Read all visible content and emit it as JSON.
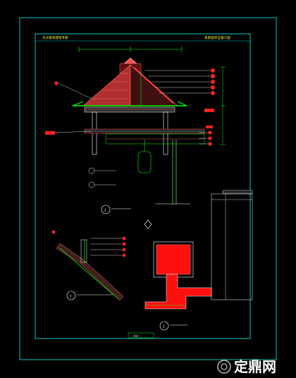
{
  "sheet": {
    "title_left": "天天家装建筑专家",
    "title_right": "某景观亭全施工图",
    "footer_label": "— 注注 —"
  },
  "watermark": {
    "text": "定鼎网"
  },
  "detail_markers": [
    "2",
    "2",
    "2"
  ],
  "colors": {
    "background": "#000000",
    "frame": "#00c8c8",
    "title_text": "#ffff33",
    "roof_hatch": "#ff4040",
    "dimension": "#00ff00",
    "concrete_fill": "#ff0000",
    "leader_bubble": "#ff2020"
  }
}
